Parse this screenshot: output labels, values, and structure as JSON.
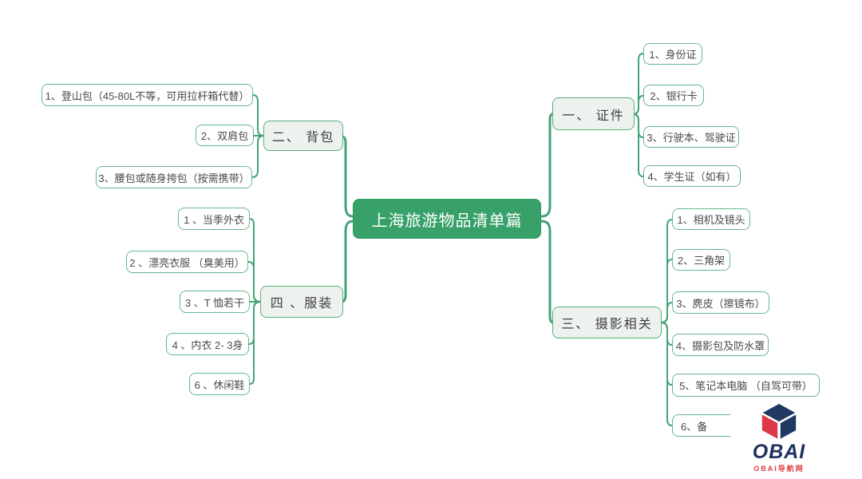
{
  "central": {
    "label": "上海旅游物品清单篇"
  },
  "branches": [
    {
      "label": "一、 证件",
      "items": [
        "1、身份证",
        "2、银行卡",
        "3、行驶本、驾驶证",
        "4、学生证（如有）"
      ]
    },
    {
      "label": "二、 背包",
      "items": [
        "1、登山包（45-80L不等，可用拉杆箱代替）",
        "2、双肩包",
        "3、腰包或随身挎包（按需携带）"
      ]
    },
    {
      "label": "三、 摄影相关",
      "items": [
        "1、相机及镜头",
        "2、三角架",
        "3、麂皮（擦镜布）",
        "4、摄影包及防水罩",
        "5、笔记本电脑 （自驾可带）",
        "6、"
      ],
      "item6_partial_char": "备"
    },
    {
      "label": "四 、服装",
      "items": [
        "1 、当季外衣",
        "2 、漂亮衣服 （臭美用）",
        "3 、T 恤若干",
        "4 、内衣 2- 3身",
        "6 、休闲鞋"
      ]
    }
  ],
  "colors": {
    "connector_green": "#43a376",
    "central_bg": "#37a169",
    "branch_bg": "#eef2ee",
    "branch_border": "#55b07c",
    "child_border": "#67b88b",
    "text": "#4a4a4a",
    "logo_navy": "#1d3160",
    "logo_red": "#dd3848"
  },
  "logo": {
    "wordmark": "OBAI",
    "tagline": "OBAI导航网"
  }
}
